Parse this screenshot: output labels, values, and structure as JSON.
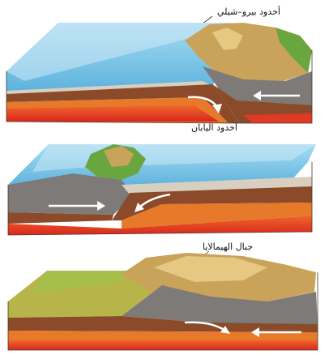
{
  "labels": {
    "peru_chile": "أخدود بيرو–شيلي",
    "japan": "أخدود اليابان",
    "himalaya": "جبال الهيمالايا"
  },
  "colors": {
    "ocean": "#8fd0ec",
    "ocean_deep": "#5aaed8",
    "ocean_frame": "#c9e6f3",
    "crust_gray": "#7d7a78",
    "lithosphere": "#8b4a2a",
    "asthenosphere_orange": "#e67a2a",
    "mantle_red": "#e03a25",
    "mountain_tan": "#c9a35a",
    "vegetation_green": "#6aa640",
    "arrow": "#ffffff"
  }
}
